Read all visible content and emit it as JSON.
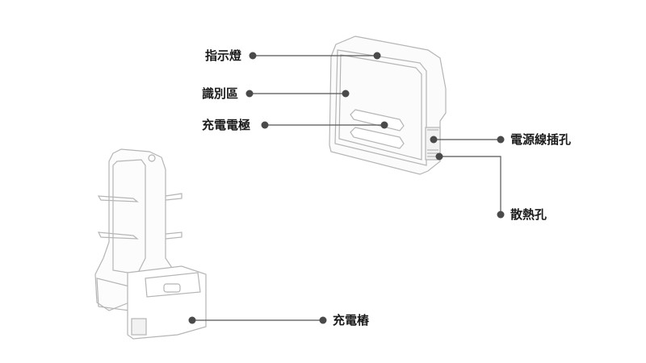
{
  "diagram": {
    "title": "",
    "callouts": [
      {
        "id": "indicator",
        "label": "指示燈"
      },
      {
        "id": "recognition",
        "label": "識別區"
      },
      {
        "id": "electrode",
        "label": "充電電極"
      },
      {
        "id": "power",
        "label": "電源線插孔"
      },
      {
        "id": "vent",
        "label": "散熱孔"
      },
      {
        "id": "dock",
        "label": "充電樁"
      }
    ],
    "colors": {
      "line": "#555555",
      "dot": "#4a4a4a",
      "outline": "#b5b5b5",
      "text": "#1a1a1a"
    }
  }
}
